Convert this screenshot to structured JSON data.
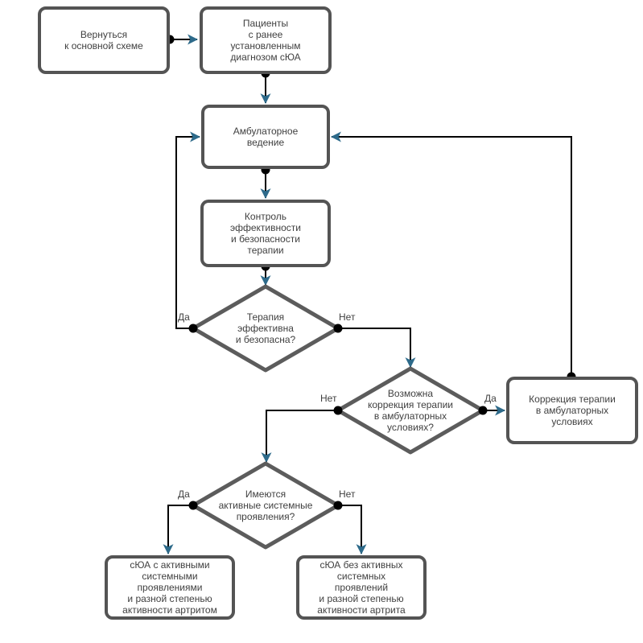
{
  "diagram": {
    "type": "flowchart",
    "language": "ru"
  },
  "colors": {
    "background": "#ffffff",
    "node_border": "#545454",
    "diamond_border": "#5c5c5c",
    "line": "#000000",
    "dot": "#000000",
    "arrowhead": "#2d6a8a",
    "text": "#404040"
  },
  "nodes": {
    "return": {
      "text": "Вернуться\nк основной схеме"
    },
    "patients": {
      "text": "Пациенты\nс ранее\nустановленным\nдиагнозом сЮА"
    },
    "outpatient": {
      "text": "Амбулаторное\nведение"
    },
    "control": {
      "text": "Контроль\nэффективности\nи безопасности\nтерапии"
    },
    "correction": {
      "text": "Коррекция терапии\nв амбулаторных\nусловиях"
    },
    "active": {
      "text": "сЮА с активными\nсистемными\nпроявлениями\nи разной степенью\nактивности артритом"
    },
    "inactive": {
      "text": "сЮА без активных\nсистемных\nпроявлений\nи разной степенью\nактивности артрита"
    }
  },
  "decisions": {
    "effective": {
      "text": "Терапия\nэффективна\nи безопасна?"
    },
    "correction_possible": {
      "text": "Возможна\nкоррекция терапии\nв амбулаторных\nусловиях?"
    },
    "systemic": {
      "text": "Имеются\nактивные системные\nпроявления?"
    }
  },
  "edges": [
    {
      "from": "return",
      "to": "patients",
      "label": ""
    },
    {
      "from": "patients",
      "to": "outpatient",
      "label": ""
    },
    {
      "from": "outpatient",
      "to": "control",
      "label": ""
    },
    {
      "from": "control",
      "to": "effective",
      "label": ""
    },
    {
      "from": "effective",
      "to": "outpatient",
      "label": "Да"
    },
    {
      "from": "effective",
      "to": "correction_possible",
      "label": "Нет"
    },
    {
      "from": "correction_possible",
      "to": "correction",
      "label": "Да"
    },
    {
      "from": "correction",
      "to": "outpatient",
      "label": ""
    },
    {
      "from": "correction_possible",
      "to": "systemic",
      "label": "Нет"
    },
    {
      "from": "systemic",
      "to": "active",
      "label": "Да"
    },
    {
      "from": "systemic",
      "to": "inactive",
      "label": "Нет"
    }
  ]
}
